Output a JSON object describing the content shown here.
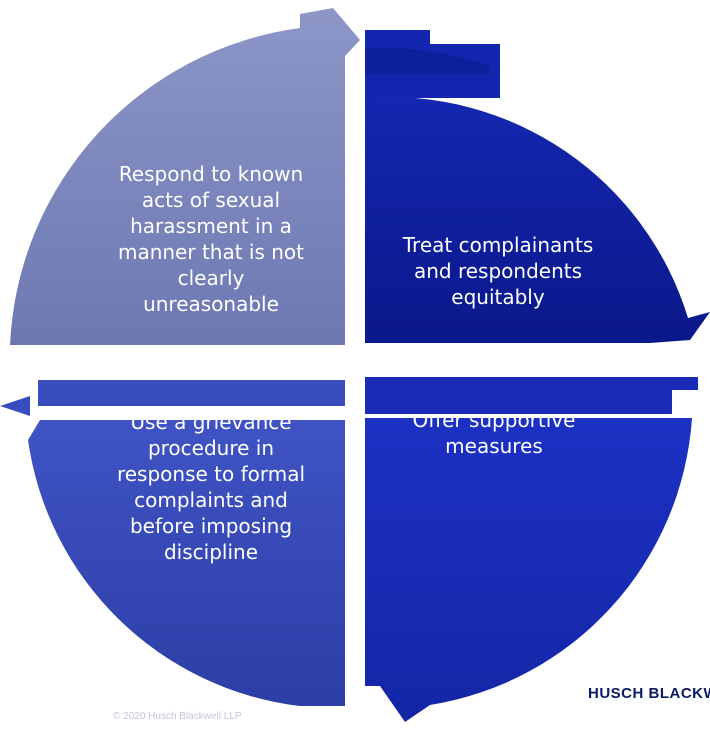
{
  "diagram": {
    "segments": [
      {
        "id": "top-left",
        "lines": [
          "Respond to known",
          "acts of sexual",
          "harassment in a",
          "manner that is not",
          "clearly",
          "unreasonable"
        ],
        "color": "#7a84b8"
      },
      {
        "id": "top-right",
        "lines": [
          "Treat complainants",
          "and respondents",
          "equitably"
        ],
        "color": "#0d1f9a"
      },
      {
        "id": "bottom-right",
        "lines": [
          "Offer supportive",
          "measures"
        ],
        "color": "#1a2cb5"
      },
      {
        "id": "bottom-left",
        "lines": [
          "Use a grievance",
          "procedure in",
          "response to formal",
          "complaints and",
          "before imposing",
          "discipline"
        ],
        "color": "#3346b0"
      }
    ]
  },
  "footer": {
    "copyright": "© 2020 Husch Blackwell LLP",
    "brand": "HUSCH BLACKWELL"
  },
  "colors": {
    "background": "#ffffff",
    "text": "#ffffff",
    "brand": "#0b1a63",
    "copyright": "#c2c7d2"
  }
}
